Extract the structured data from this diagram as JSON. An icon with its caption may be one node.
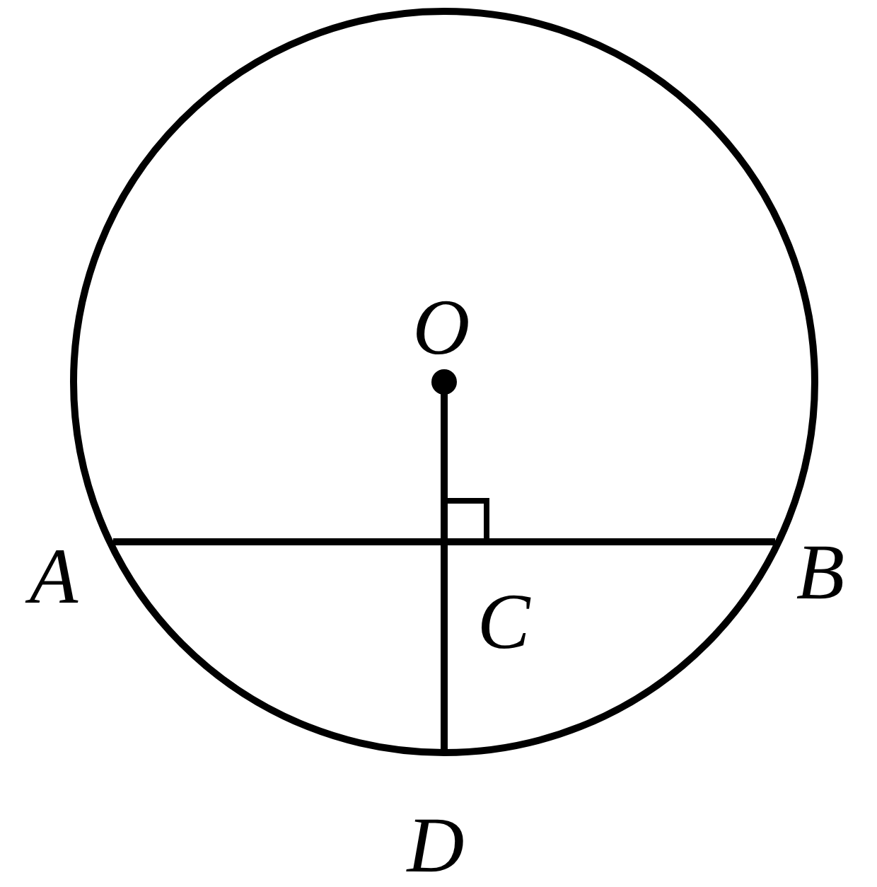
{
  "diagram": {
    "labels": [
      "O",
      "A",
      "B",
      "C",
      "D"
    ]
  }
}
